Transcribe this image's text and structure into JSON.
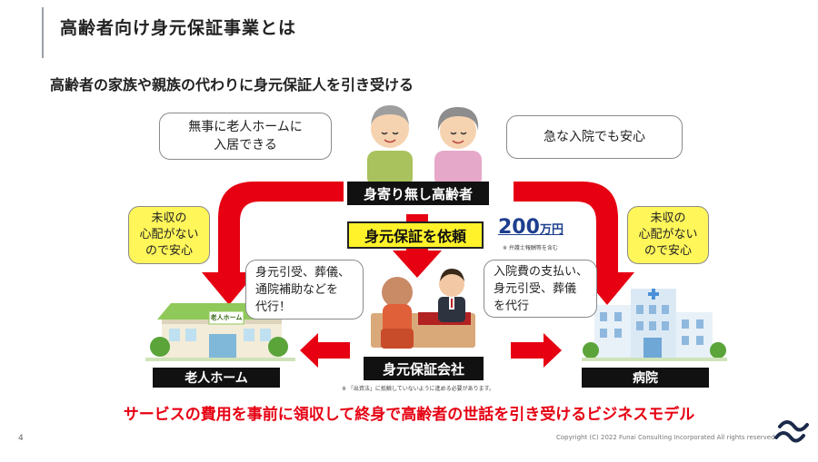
{
  "page": {
    "title": "高齢者向け身元保証事業とは",
    "subtitle": "高齢者の家族や親族の代わりに身元保証人を引き受ける",
    "page_number": "4",
    "copyright": "Copyright (C) 2022 Funai Consulting Incorporated All rights reserved."
  },
  "bubbles": {
    "nursing_wish": "無事に老人ホームに\n入居できる",
    "hospital_wish": "急な入院でも安心",
    "left_relief": "未収の\n心配がない\nので安心",
    "right_relief": "未収の\n心配がない\nので安心",
    "services_nursing": "身元引受、葬儀、\n通院補助などを\n代行！",
    "services_hospital": "入院費の支払い、\n身元引受、葬儀\nを代行"
  },
  "labels": {
    "elderly": "身寄り無し高齢者",
    "request": "身元保証を依頼",
    "company": "身元保証会社",
    "nursing_home": "老人ホーム",
    "hospital": "病院",
    "building_sign": "老人ホーム"
  },
  "fee": {
    "amount": "200",
    "unit": "万円",
    "note": "※ 弁護士報酬等を含む"
  },
  "footnote": "※ 「出資法」に抵触していないように進める必要があります。",
  "tagline": "サービスの費用を事前に領収して終身で高齢者の世話を引き受けるビジネスモデル",
  "colors": {
    "arrow_red": "#e60012",
    "highlight_yellow": "#fff22a",
    "label_black": "#111111"
  }
}
